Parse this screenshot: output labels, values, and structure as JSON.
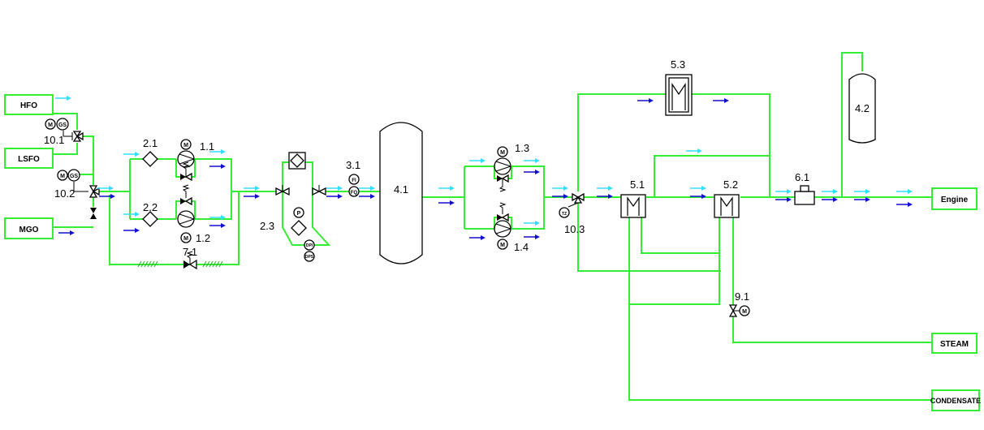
{
  "terminals": {
    "hfo": "HFO",
    "lsfo": "LSFO",
    "mgo": "MGO",
    "engine": "Engine",
    "steam": "STEAM",
    "condensate": "CONDENSATE"
  },
  "labels": {
    "v10_1": "10.1",
    "v10_2": "10.2",
    "f2_1": "2.1",
    "f2_2": "2.2",
    "p1_1": "1.1",
    "p1_2": "1.2",
    "v7_1": "7.1",
    "f2_3": "2.3",
    "m3_1": "3.1",
    "t4_1": "4.1",
    "p1_3": "1.3",
    "p1_4": "1.4",
    "v10_3": "10.3",
    "h5_1": "5.1",
    "h5_2": "5.2",
    "h5_3": "5.3",
    "f6_1": "6.1",
    "t4_2": "4.2",
    "v9_1": "9.1"
  },
  "instruments": {
    "motor": "M",
    "gas": "GS",
    "pressure": "P",
    "flow_ind": "FI",
    "flow_qty": "FQ",
    "dp_ind": "DPI",
    "dp_sw": "DPS",
    "temp": "TZ"
  },
  "colors": {
    "pipe": "#33ee33",
    "flow_arrow_cyan": "#33ddff",
    "flow_arrow_blue": "#1111cc",
    "symbol": "#000000"
  }
}
